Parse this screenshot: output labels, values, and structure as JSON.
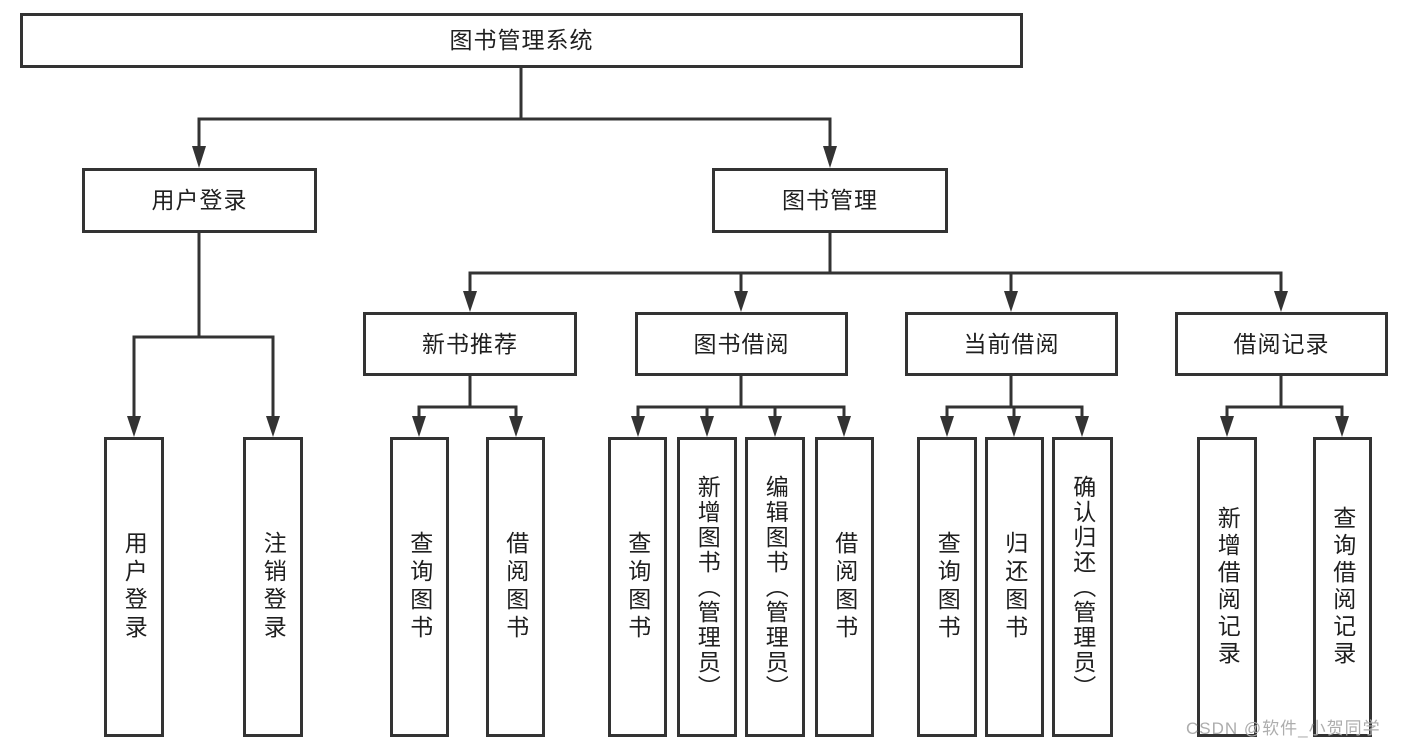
{
  "diagram_type": "hierarchy-flowchart",
  "watermark": "CSDN @软件_小贺同学",
  "colors": {
    "line": "#333333",
    "text": "#1f1f1f",
    "box_background": "#ffffff",
    "watermark": "#adadad",
    "page_background": "#ffffff"
  },
  "tree": {
    "root": {
      "label": "图书管理系统",
      "children": [
        {
          "label": "用户登录",
          "children": [
            {
              "label": "用户登录"
            },
            {
              "label": "注销登录"
            }
          ]
        },
        {
          "label": "图书管理",
          "children": [
            {
              "label": "新书推荐",
              "children": [
                {
                  "label": "查询图书"
                },
                {
                  "label": "借阅图书"
                }
              ]
            },
            {
              "label": "图书借阅",
              "children": [
                {
                  "label": "查询图书"
                },
                {
                  "label": "新增图书（管理员）"
                },
                {
                  "label": "编辑图书（管理员）"
                },
                {
                  "label": "借阅图书"
                }
              ]
            },
            {
              "label": "当前借阅",
              "children": [
                {
                  "label": "查询图书"
                },
                {
                  "label": "归还图书"
                },
                {
                  "label": "确认归还（管理员）"
                }
              ]
            },
            {
              "label": "借阅记录",
              "children": [
                {
                  "label": "新增借阅记录"
                },
                {
                  "label": "查询借阅记录"
                }
              ]
            }
          ]
        }
      ]
    }
  }
}
